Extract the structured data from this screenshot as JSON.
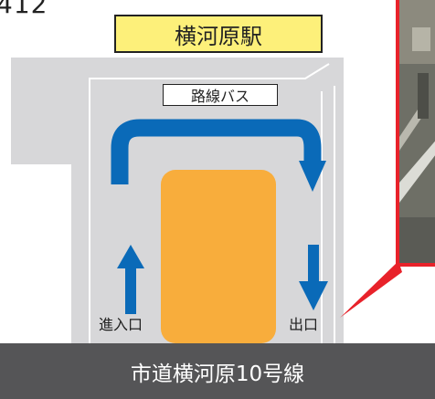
{
  "page_number": "412",
  "station_name": "横河原駅",
  "bus_label": "路線バス",
  "entrance_label": "進入口",
  "exit_label": "出口",
  "road_name": "市道横河原10号線",
  "colors": {
    "building": "#d7d7d9",
    "station_bg": "#fdf07a",
    "platform": "#f8ad3c",
    "arrow": "#0a6ab8",
    "road": "#555557",
    "callout": "#e8222a"
  }
}
